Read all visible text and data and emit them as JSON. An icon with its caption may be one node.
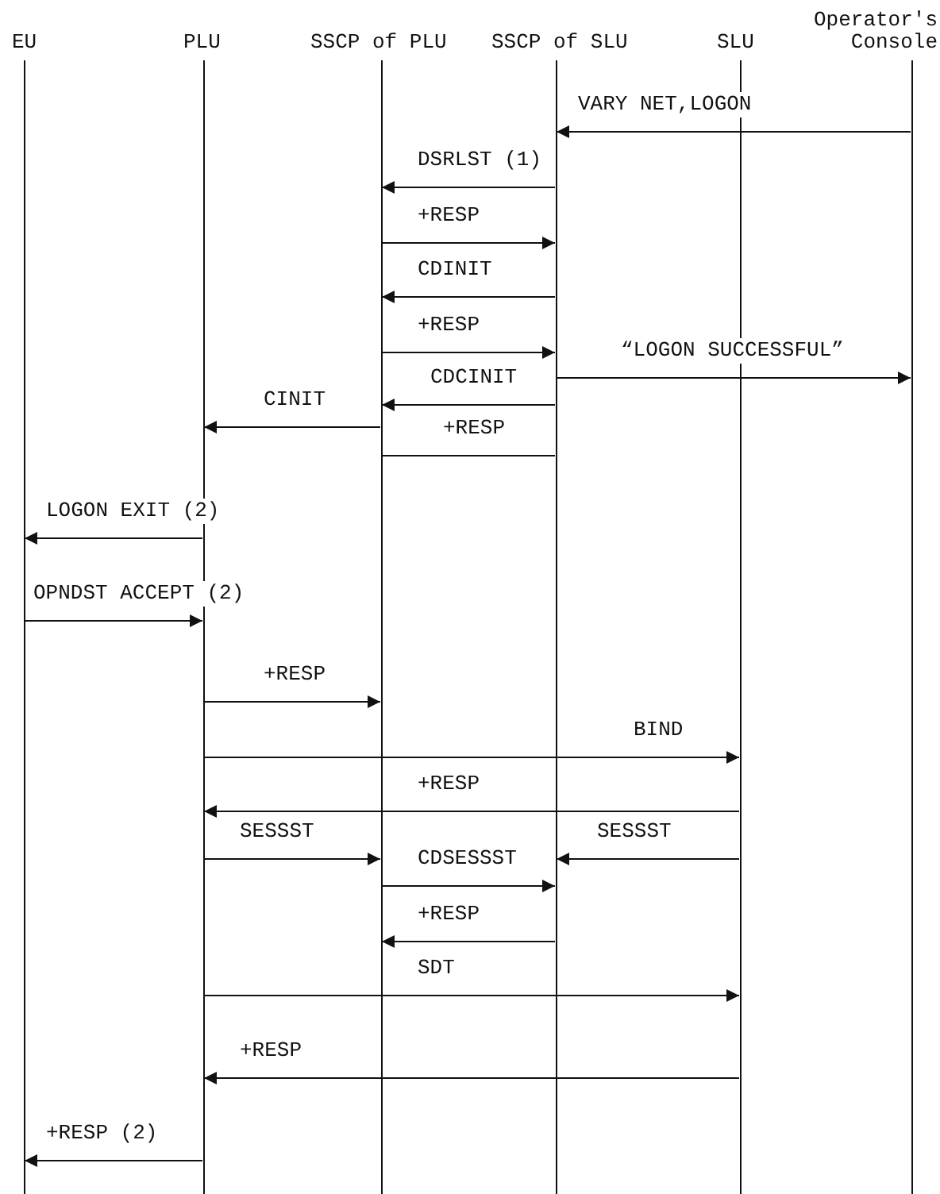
{
  "diagram": {
    "nodes": [
      {
        "text": [
          "EU"
        ]
      },
      {
        "text": [
          "PLU"
        ]
      },
      {
        "text": [
          "SSCP of PLU"
        ]
      },
      {
        "text": [
          "SSCP of SLU"
        ]
      },
      {
        "text": [
          "SLU"
        ]
      },
      {
        "text": [
          "Operator's Console"
        ]
      }
    ],
    "edges": [
      {
        "from": 5,
        "to": 3,
        "arrow": "to",
        "label": "VARY NET,LOGON"
      },
      {
        "from": 3,
        "to": 2,
        "arrow": "to",
        "label": "DSRLST (1)"
      },
      {
        "from": 2,
        "to": 3,
        "arrow": "to",
        "label": "+RESP"
      },
      {
        "from": 3,
        "to": 2,
        "arrow": "to",
        "label": "CDINIT"
      },
      {
        "from": 2,
        "to": 3,
        "arrow": "to",
        "label": "+RESP"
      },
      {
        "from": 3,
        "to": 5,
        "arrow": "to",
        "label": "“LOGON SUCCESSFUL”"
      },
      {
        "from": 3,
        "to": 2,
        "arrow": "to",
        "label": "CDCINIT"
      },
      {
        "from": 2,
        "to": 1,
        "arrow": "to",
        "label": "CINIT"
      },
      {
        "from": 2,
        "to": 3,
        "arrow": "none",
        "label": "+RESP"
      },
      {
        "from": 1,
        "to": 0,
        "arrow": "to",
        "label": "LOGON EXIT (2)"
      },
      {
        "from": 0,
        "to": 1,
        "arrow": "to",
        "label": "OPNDST ACCEPT (2)"
      },
      {
        "from": 1,
        "to": 2,
        "arrow": "to",
        "label": "+RESP"
      },
      {
        "from": 1,
        "to": 4,
        "arrow": "to",
        "label": "BIND"
      },
      {
        "from": 4,
        "to": 1,
        "arrow": "to",
        "label": "+RESP"
      },
      {
        "from": 1,
        "to": 2,
        "arrow": "to",
        "label": "SESSST"
      },
      {
        "from": 4,
        "to": 3,
        "arrow": "to",
        "label": "SESSST"
      },
      {
        "from": 2,
        "to": 3,
        "arrow": "to",
        "label": "CDSESSST"
      },
      {
        "from": 3,
        "to": 2,
        "arrow": "to",
        "label": "+RESP"
      },
      {
        "from": 1,
        "to": 4,
        "arrow": "to",
        "label": "SDT"
      },
      {
        "from": 4,
        "to": 1,
        "arrow": "to",
        "label": "+RESP"
      },
      {
        "from": 1,
        "to": 0,
        "arrow": "to",
        "label": "+RESP (2)"
      }
    ]
  }
}
